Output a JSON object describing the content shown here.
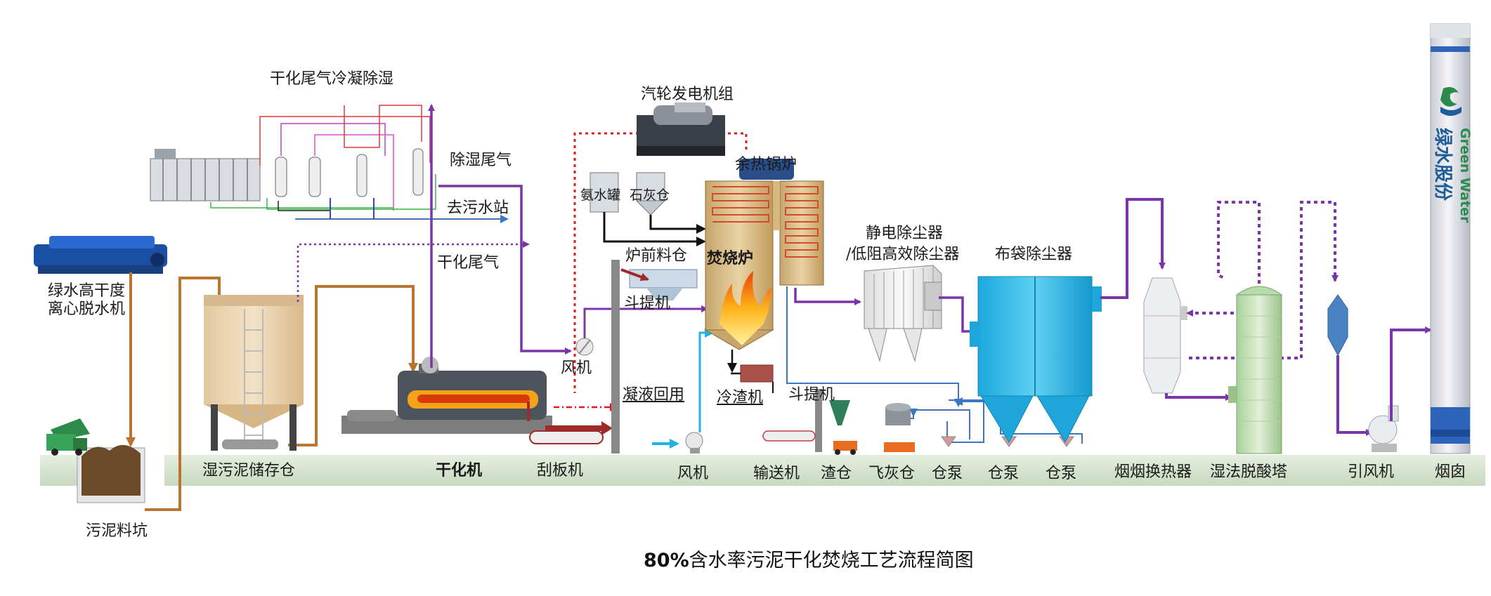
{
  "diagram": {
    "caption_pct": "80%",
    "caption_text": "含水率污泥干化焚烧工艺流程简图",
    "brand": {
      "en": "Green Water",
      "cn": "绿水股份"
    },
    "labels": {
      "dryer_exhaust_condense": "干化尾气冷凝除湿",
      "turbine_generator": "汽轮发电机组",
      "dehumid_exhaust": "除湿尾气",
      "to_sewage_station": "去污水站",
      "waste_heat_boiler": "余热锅炉",
      "ammonia_tank": "氨水罐",
      "lime_bin": "石灰仓",
      "dryer_exhaust": "干化尾气",
      "furnace_feed_bin": "炉前料仓",
      "incinerator": "焚烧炉",
      "esp_line1": "静电除尘器",
      "esp_line2": "/低阻高效除尘器",
      "bag_filter": "布袋除尘器",
      "centrifuge_line1": "绿水高干度",
      "centrifuge_line2": "离心脱水机",
      "bucket_elevator_1": "斗提机",
      "fan_1": "风机",
      "condensate_reuse": "凝液回用",
      "slag_cooler": "冷渣机",
      "bucket_elevator_2": "斗提机",
      "wet_sludge_silo": "湿污泥储存仓",
      "dryer": "干化机",
      "scraper": "刮板机",
      "fan_2": "风机",
      "conveyor": "输送机",
      "slag_bin": "渣仓",
      "fly_ash_bin": "飞灰仓",
      "silo_pump_1": "仓泵",
      "silo_pump_2": "仓泵",
      "silo_pump_3": "仓泵",
      "ggh": "烟烟换热器",
      "wet_scrubber": "湿法脱酸塔",
      "id_fan": "引风机",
      "chimney": "烟囱",
      "sludge_pit": "污泥料坑"
    }
  }
}
